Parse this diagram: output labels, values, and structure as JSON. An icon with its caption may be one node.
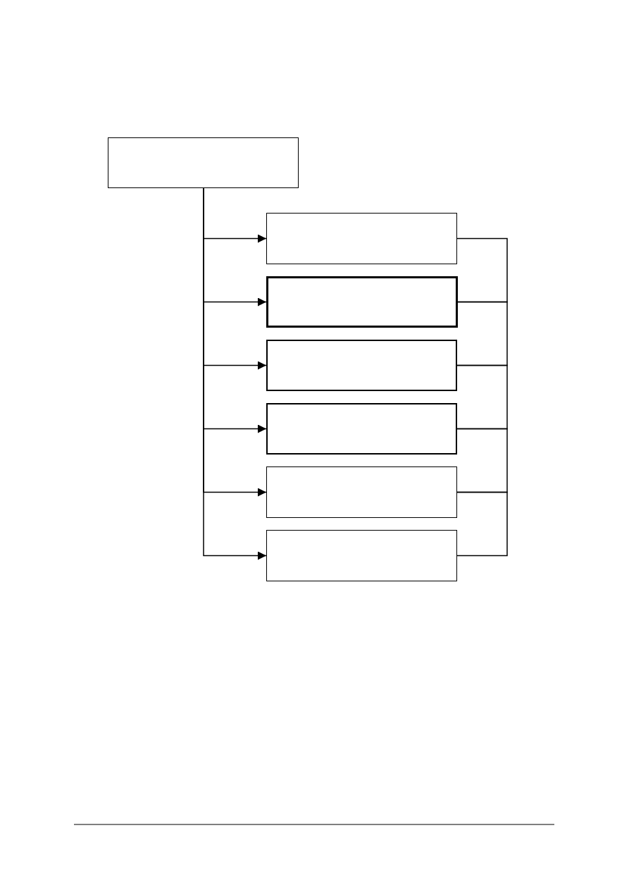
{
  "diagram": {
    "nodes": [
      {
        "text": [],
        "shape": "box"
      },
      {
        "text": [],
        "shape": "box"
      },
      {
        "text": [],
        "shape": "box"
      },
      {
        "text": [],
        "shape": "box"
      },
      {
        "text": [],
        "shape": "box"
      },
      {
        "text": [],
        "shape": "box"
      },
      {
        "text": [],
        "shape": "box"
      }
    ],
    "edges": [
      {
        "from": 0,
        "to": 1,
        "arrow": "to"
      },
      {
        "from": 0,
        "to": 2,
        "arrow": "to"
      },
      {
        "from": 0,
        "to": 3,
        "arrow": "to"
      },
      {
        "from": 0,
        "to": 4,
        "arrow": "to"
      },
      {
        "from": 0,
        "to": 5,
        "arrow": "to"
      },
      {
        "from": 0,
        "to": 6,
        "arrow": "to"
      },
      {
        "from": 1,
        "to": 2,
        "arrow": "none"
      },
      {
        "from": 2,
        "to": 3,
        "arrow": "none"
      },
      {
        "from": 3,
        "to": 4,
        "arrow": "none"
      },
      {
        "from": 4,
        "to": 5,
        "arrow": "none"
      },
      {
        "from": 5,
        "to": 6,
        "arrow": "none"
      }
    ]
  }
}
